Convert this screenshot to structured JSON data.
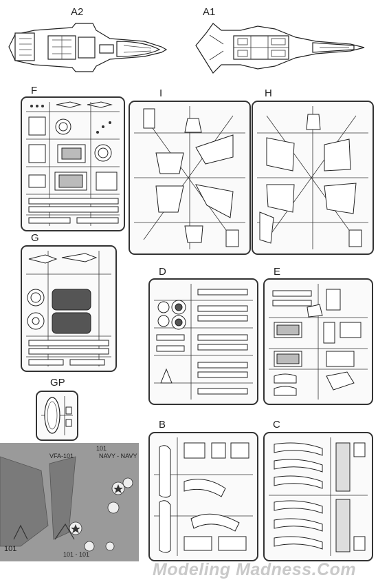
{
  "sprues": {
    "a2": "A2",
    "a1": "A1",
    "f": "F",
    "i": "I",
    "h": "H",
    "g": "G",
    "d": "D",
    "e": "E",
    "gp": "GP",
    "b": "B",
    "c": "C"
  },
  "decals": {
    "vfa": "VFA-101",
    "navy": "NAVY - NAVY",
    "modex_1": "101",
    "modex_2": "101 - 101",
    "tail": "101"
  },
  "watermark": "Modeling Madness.Com"
}
